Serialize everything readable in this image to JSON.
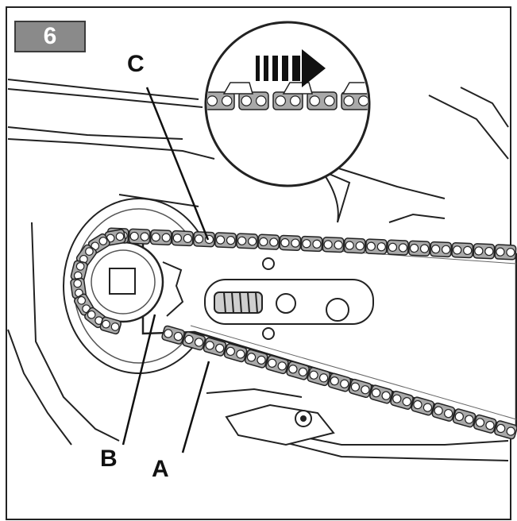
{
  "step_number": "6",
  "labels": {
    "c": "C",
    "b": "B",
    "a": "A"
  },
  "icons": {
    "direction": "direction-arrow-icon"
  },
  "colors": {
    "badge": "#8a8a8a",
    "chain": "#a9a9a9",
    "line": "#111111",
    "background": "#ffffff"
  }
}
